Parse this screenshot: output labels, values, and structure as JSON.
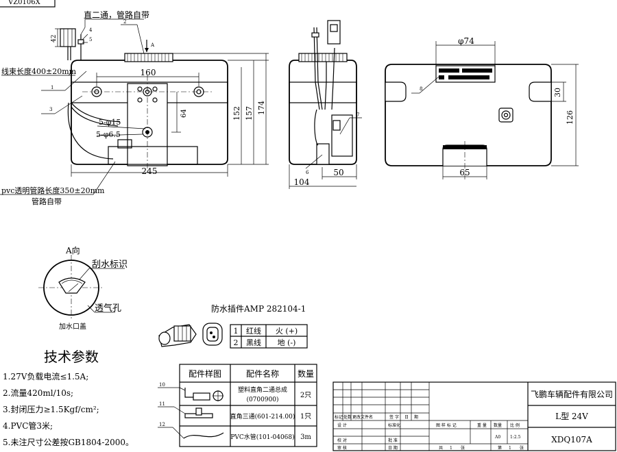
{
  "drawing_code": "VZ0106X",
  "view1": {
    "note_connector": "直二通，管路自带",
    "dim_42": "42",
    "dim_160": "160",
    "dim_64": "64",
    "dim_245": "245",
    "dim_152": "152",
    "dim_157": "157",
    "dim_174": "174",
    "dim_phi15": "5-φ15",
    "dim_phi65": "5-φ6.5",
    "harness_length": "线束长度400±20mm",
    "pvc_length": "pvc透明管路长度350±20mm",
    "pvc_note": "管路自带",
    "section_marker": "A"
  },
  "view2": {
    "dim_50": "50",
    "dim_104": "104"
  },
  "view3": {
    "dim_phi74": "φ74",
    "dim_30": "30",
    "dim_126": "126",
    "dim_65": "65"
  },
  "callouts": [
    "1",
    "2",
    "3",
    "4",
    "5",
    "6",
    "7",
    "8",
    "10",
    "11",
    "12"
  ],
  "detail_a": {
    "title": "A向",
    "label_wiper": "刮水标识",
    "label_vent": "透气孔",
    "label_cap": "加水口盖"
  },
  "connector": {
    "title": "防水插件AMP 282104-1",
    "rows": [
      {
        "no": "1",
        "wire": "红线",
        "func": "火 (+)"
      },
      {
        "no": "2",
        "wire": "黑线",
        "func": "地 (-)"
      }
    ]
  },
  "tech": {
    "title": "技术参数",
    "items": [
      "1.27V负载电流≤1.5A;",
      "2.流量420ml/10s;",
      "3.封闭压力≥1.5Kgf/cm²;",
      "4.PVC管3米;",
      "5.未注尺寸公差按GB1804-2000。"
    ]
  },
  "parts": {
    "headers": [
      "配件样图",
      "配件名称",
      "数量"
    ],
    "rows": [
      {
        "name": "塑料直角二通总成",
        "code": "(0700900)",
        "qty": "2只"
      },
      {
        "name": "直角三通(601-214.00)",
        "code": "",
        "qty": "1只"
      },
      {
        "name": "PVC水管(101-04068)",
        "code": "",
        "qty": "3m"
      }
    ]
  },
  "title_block": {
    "company": "飞鹏车辆配件有限公司",
    "model": "L型 24V",
    "drawing_no": "XDQ107A",
    "rev_labels": [
      "标记",
      "处数",
      "更改文件名",
      "签",
      "字",
      "日",
      "期"
    ],
    "design": "设 计",
    "check": "校 对",
    "review": "审 核",
    "standard": "标准化",
    "approve": "批 准",
    "date": "日 期",
    "stage": "图 样 标 记",
    "weight": "重 量",
    "ratio": "比 例",
    "scale": "1:2.5",
    "stage_value": "A0",
    "total": "共",
    "total_n": "1",
    "sheet": "张",
    "page": "第",
    "page_n": "1",
    "page_unit": "张",
    "count_label": "数量"
  }
}
